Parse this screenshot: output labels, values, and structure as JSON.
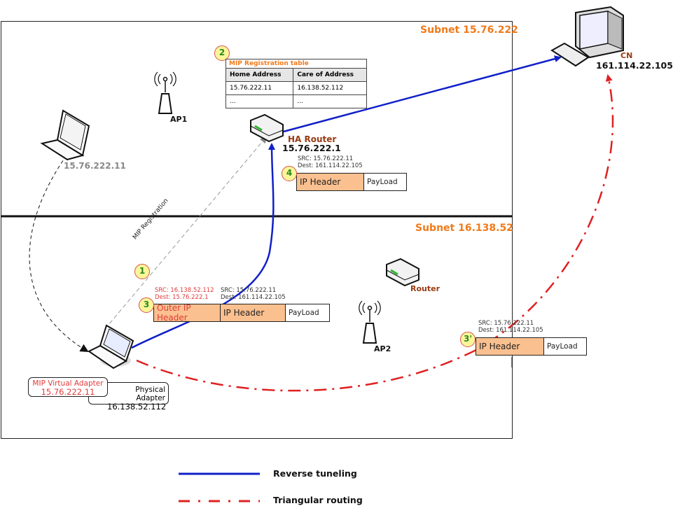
{
  "subnets": {
    "top": {
      "label": "Subnet 15.76.222"
    },
    "bottom": {
      "label": "Subnet 16.138.52"
    }
  },
  "nodes": {
    "cn": {
      "name": "CN",
      "ip": "161.114.22.105"
    },
    "ha_router": {
      "name": "HA Router",
      "ip": "15.76.222.1"
    },
    "router": {
      "name": "Router"
    },
    "ap1": {
      "name": "AP1"
    },
    "ap2": {
      "name": "AP2"
    },
    "laptop_home": {
      "ip": "15.76.222.11"
    },
    "laptop_mobile": {
      "virtual_adapter": {
        "label": "MIP Virtual Adapter",
        "ip": "15.76.222.11"
      },
      "physical_adapter": {
        "label": "Physical Adapter",
        "ip": "16.138.52.112"
      }
    }
  },
  "steps": {
    "s1": {
      "badge": "1",
      "label": "MIP Registration"
    },
    "s2": {
      "badge": "2"
    },
    "s3": {
      "badge": "3"
    },
    "s3p": {
      "badge": "3'"
    },
    "s4": {
      "badge": "4"
    }
  },
  "mip_table": {
    "title": "MIP Registration table",
    "headers": [
      "Home Address",
      "Care of Address"
    ],
    "rows": [
      [
        "15.76.222.11",
        "16.138.52.112"
      ],
      [
        "...",
        "..."
      ]
    ]
  },
  "packets": {
    "p3": {
      "outer": {
        "src": "SRC: 16.138.52.112",
        "dest": "Dest: 15.76.222.1",
        "label": "Outer IP Header"
      },
      "inner": {
        "src": "SRC: 15.76.222.11",
        "dest": "Dest: 161.114.22.105",
        "label": "IP Header"
      },
      "payload": "PayLoad"
    },
    "p4": {
      "src": "SRC: 15.76.222.11",
      "dest": "Dest: 161.114.22.105",
      "header": "IP Header",
      "payload": "PayLoad"
    },
    "p3p": {
      "src": "SRC: 15.76.222.11",
      "dest": "Dest: 161.114.22.105",
      "header": "IP Header",
      "payload": "PayLoad"
    }
  },
  "legend": {
    "reverse": {
      "label": "Reverse tuneling",
      "color": "#1020c8"
    },
    "triangular": {
      "label": "Triangular routing",
      "color": "#e02020"
    }
  }
}
